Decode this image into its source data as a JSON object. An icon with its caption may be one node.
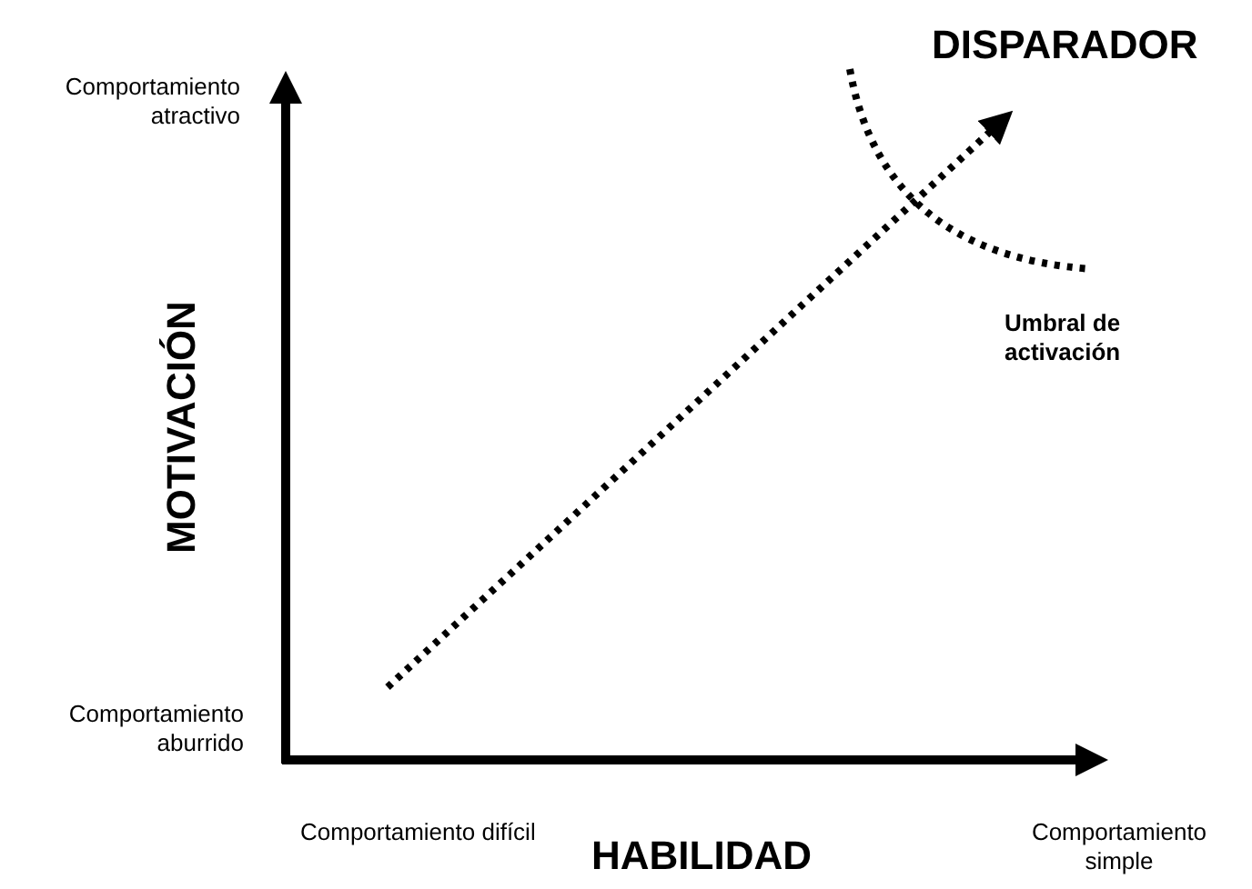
{
  "diagram": {
    "labels": [
      "Comportamiento atractivo",
      "DISPARADOR",
      "MOTIVACIÓN",
      "Umbral de activación",
      "Comportamiento aburrido",
      "Comportamiento difícil",
      "HABILIDAD",
      "Comportamiento simple"
    ]
  }
}
